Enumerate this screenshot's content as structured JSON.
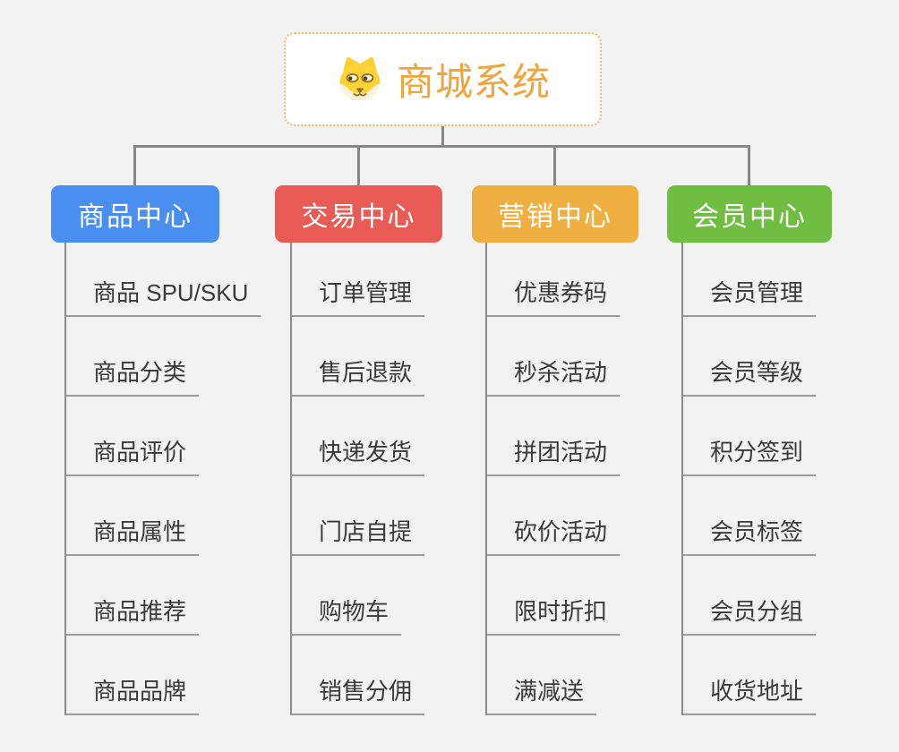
{
  "root": {
    "title": "商城系统",
    "icon": "dog-face-icon"
  },
  "branches": [
    {
      "label": "商品中心",
      "color": "#4a8ff0",
      "children": [
        "商品 SPU/SKU",
        "商品分类",
        "商品评价",
        "商品属性",
        "商品推荐",
        "商品品牌"
      ]
    },
    {
      "label": "交易中心",
      "color": "#e95b55",
      "children": [
        "订单管理",
        "售后退款",
        "快递发货",
        "门店自提",
        "购物车",
        "销售分佣"
      ]
    },
    {
      "label": "营销中心",
      "color": "#efaf41",
      "children": [
        "优惠券码",
        "秒杀活动",
        "拼团活动",
        "砍价活动",
        "限时折扣",
        "满减送"
      ]
    },
    {
      "label": "会员中心",
      "color": "#6fbe42",
      "children": [
        "会员管理",
        "会员等级",
        "积分签到",
        "会员标签",
        "会员分组",
        "收货地址"
      ]
    }
  ],
  "colors": {
    "background": "#f2f2f3",
    "connector": "#878787",
    "underline": "#9c9c9c",
    "root_border": "#f3b45f",
    "root_text": "#efa53c",
    "child_text": "#3a3a3a"
  }
}
